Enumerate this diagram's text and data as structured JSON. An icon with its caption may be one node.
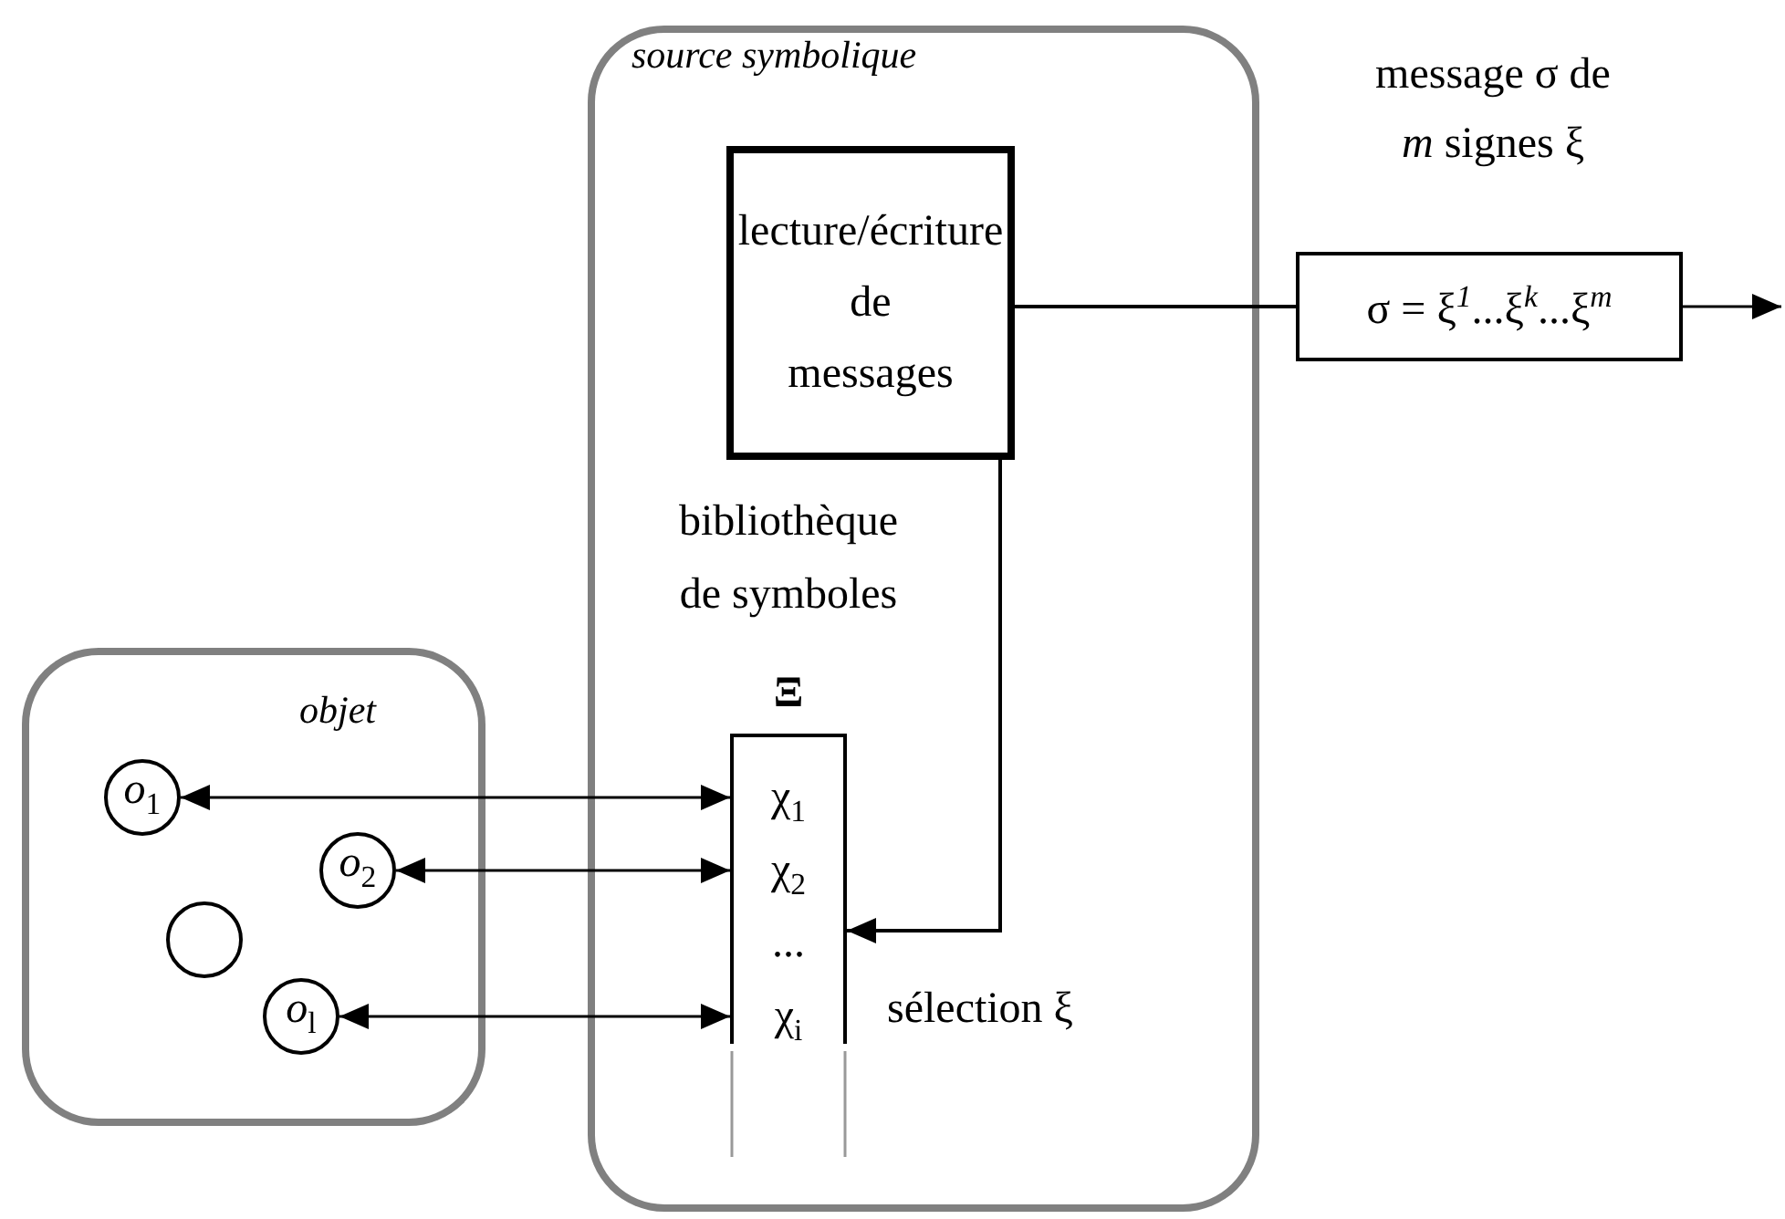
{
  "diagram": {
    "nodes": [
      {
        "text": [
          "source symbolique"
        ]
      },
      {
        "text": [
          "lecture/écriture de messages"
        ],
        "in": 0
      },
      {
        "text": [
          "bibliothèque de symboles",
          "Ξ"
        ],
        "in": 0
      },
      {
        "text": [
          "χ$_{1}$"
        ],
        "in": 2
      },
      {
        "text": [
          "χ$_{2}$"
        ],
        "in": 2
      },
      {
        "text": [
          "..."
        ],
        "in": 2
      },
      {
        "text": [
          "χ$_{i}$"
        ],
        "in": 2
      },
      {
        "text": [
          "message σ de *m* signes ξ",
          "σ = ξ$^{1}$...ξ$^{k}$...ξ$^{m}$"
        ]
      },
      {
        "text": [
          "objet"
        ]
      },
      {
        "text": [
          "*o*$_{1}$"
        ],
        "in": 8
      },
      {
        "text": [
          "*o*$_{2}$"
        ],
        "in": 8
      },
      {
        "text": [],
        "shape": "circle",
        "in": 8
      },
      {
        "text": [
          "*o*$_{l}$"
        ],
        "in": 8
      }
    ],
    "edges": [
      {
        "from": 1,
        "to": 7,
        "arrow": "none"
      },
      {
        "from": 7,
        "to": null,
        "arrow": "to"
      },
      {
        "from": 1,
        "to": 2,
        "arrow": "to",
        "label": "sélection ξ"
      },
      {
        "from": 9,
        "to": 3,
        "arrow": "both"
      },
      {
        "from": 10,
        "to": 4,
        "arrow": "both"
      },
      {
        "from": 12,
        "to": 6,
        "arrow": "both"
      }
    ]
  }
}
